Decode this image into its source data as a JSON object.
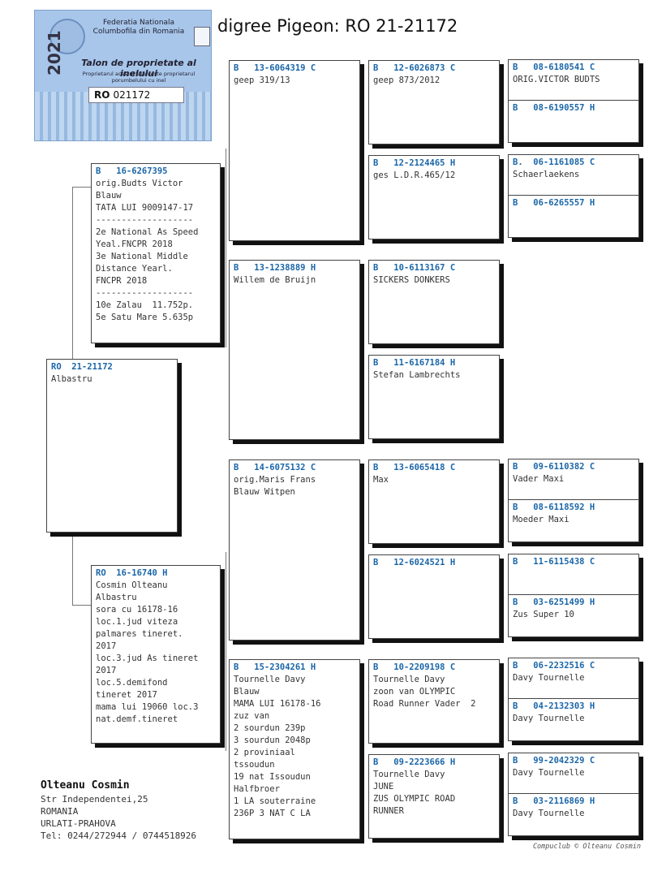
{
  "title": "digree Pigeon: RO  21-21172",
  "card": {
    "federation": "Federatia Nationala Columbofila din Romania",
    "talon": "Talon de proprietate al inelului",
    "subtitle": "Proprietarul acestui talon este proprietarul porumbelului cu inel",
    "year": "2021",
    "ring_prefix": "RO",
    "ring_number": "021172"
  },
  "subject": {
    "ring": "RO  21-21172",
    "lines": [
      "",
      "",
      "Albastru"
    ]
  },
  "sire": {
    "ring": "B   16-6267395",
    "lines": [
      "orig.Budts Victor",
      "",
      "Blauw",
      "TATA LUI 9009147-17",
      "-------------------",
      "2e National As Speed",
      "Yeal.FNCPR 2018",
      "3e National Middle",
      "Distance Yearl.",
      "FNCPR 2018",
      "-------------------",
      "10e Zalau  11.752p.",
      "5e Satu Mare 5.635p"
    ]
  },
  "dam": {
    "ring": "RO  16-16740 H",
    "lines": [
      "Cosmin Olteanu",
      "",
      "Albastru",
      "sora cu 16178-16",
      "loc.1.jud viteza",
      "palmares tineret.",
      "2017",
      "loc.3.jud As tineret",
      "2017",
      "loc.5.demifond",
      "tineret 2017",
      "mama lui 19060 loc.3",
      "nat.demf.tineret"
    ]
  },
  "gen2": [
    {
      "ring": "B   13-6064319 C",
      "lines": [
        "geep 319/13"
      ]
    },
    {
      "ring": "B   13-1238889 H",
      "lines": [
        "Willem de Bruijn"
      ]
    },
    {
      "ring": "B   14-6075132 C",
      "lines": [
        "orig.Maris Frans",
        "",
        "Blauw Witpen"
      ]
    },
    {
      "ring": "B   15-2304261 H",
      "lines": [
        "Tournelle Davy",
        "",
        "Blauw",
        "MAMA LUI 16178-16",
        "zuz van",
        "2 sourdun 239p",
        "3 sourdun 2048p",
        "2 proviniaal",
        "tssoudun",
        "19 nat Issoudun",
        "Halfbroer",
        "1 LA souterraine",
        "236P 3 NAT C LA"
      ]
    }
  ],
  "gen3": [
    {
      "ring": "B   12-6026873 C",
      "lines": [
        "geep 873/2012"
      ]
    },
    {
      "ring": "B   12-2124465 H",
      "lines": [
        "ges L.D.R.465/12"
      ]
    },
    {
      "ring": "B   10-6113167 C",
      "lines": [
        "SICKERS DONKERS"
      ]
    },
    {
      "ring": "B   11-6167184 H",
      "lines": [
        "Stefan Lambrechts"
      ]
    },
    {
      "ring": "B   13-6065418 C",
      "lines": [
        "Max"
      ]
    },
    {
      "ring": "B   12-6024521 H",
      "lines": [
        ""
      ]
    },
    {
      "ring": "B   10-2209198 C",
      "lines": [
        "Tournelle Davy",
        "",
        "",
        "zoon van OLYMPIC",
        "Road Runner Vader  2"
      ]
    },
    {
      "ring": "B   09-2223666 H",
      "lines": [
        "Tournelle Davy",
        "JUNE",
        "",
        "ZUS OLYMPIC ROAD",
        "RUNNER"
      ]
    }
  ],
  "gen4": [
    {
      "top": {
        "ring": "B   08-6180541 C",
        "lines": [
          "ORIG.VICTOR BUDTS"
        ]
      },
      "bottom": {
        "ring": "B   08-6190557 H",
        "lines": [
          ""
        ]
      }
    },
    {
      "top": {
        "ring": "B.  06-1161085 C",
        "lines": [
          "Schaerlaekens"
        ]
      },
      "bottom": {
        "ring": "B   06-6265557 H",
        "lines": [
          ""
        ]
      }
    },
    {
      "top": {
        "ring": "B   09-6110382 C",
        "lines": [
          "Vader Maxi"
        ]
      },
      "bottom": {
        "ring": "B   08-6118592 H",
        "lines": [
          "Moeder Maxi"
        ]
      }
    },
    {
      "top": {
        "ring": "B   11-6115438 C",
        "lines": [
          ""
        ]
      },
      "bottom": {
        "ring": "B   03-6251499 H",
        "lines": [
          "Zus Super 10"
        ]
      }
    },
    {
      "top": {
        "ring": "B   06-2232516 C",
        "lines": [
          "Davy Tournelle"
        ]
      },
      "bottom": {
        "ring": "B   04-2132303 H",
        "lines": [
          "Davy Tournelle"
        ]
      }
    },
    {
      "top": {
        "ring": "B   99-2042329 C",
        "lines": [
          "Davy Tournelle"
        ]
      },
      "bottom": {
        "ring": "B   03-2116869 H",
        "lines": [
          "Davy Tournelle"
        ]
      }
    }
  ],
  "owner": {
    "name": "Olteanu Cosmin",
    "lines": [
      "Str Independentei,25",
      "ROMANIA",
      "URLATI-PRAHOVA",
      "Tel: 0244/272944 / 0744518926"
    ]
  },
  "footer": "Compuclub © Olteanu Cosmin"
}
